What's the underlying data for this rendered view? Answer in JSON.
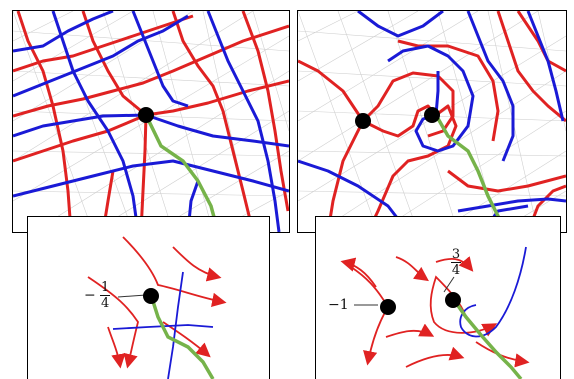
{
  "colors": {
    "red_field": "#e02222",
    "blue_field": "#1a1ad6",
    "seam": "#76b34a",
    "mesh": "#c9c9c9",
    "singularity": "#000000"
  },
  "labels": {
    "left_index_sign": "−",
    "left_index_num": "1",
    "left_index_den": "4",
    "right_index_a": "−1",
    "right_index_b_num": "3",
    "right_index_b_den": "4"
  }
}
